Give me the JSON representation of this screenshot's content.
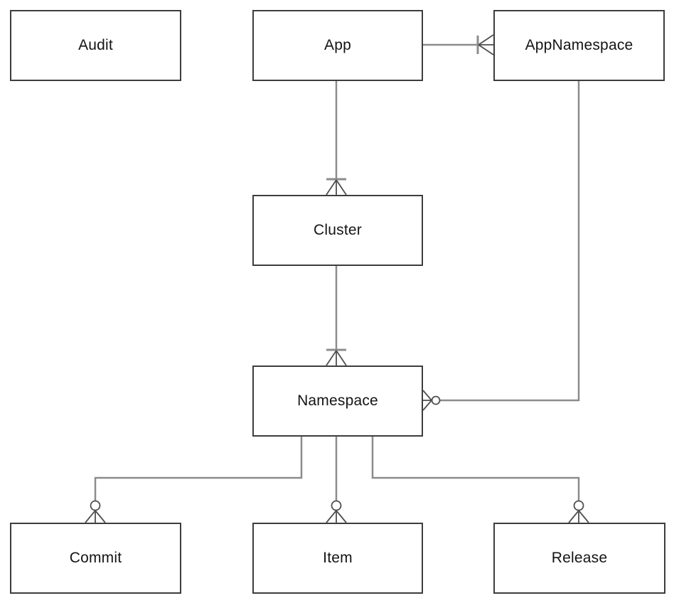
{
  "entities": [
    {
      "id": "audit",
      "label": "Audit"
    },
    {
      "id": "app",
      "label": "App"
    },
    {
      "id": "appnamespace",
      "label": "AppNamespace"
    },
    {
      "id": "cluster",
      "label": "Cluster"
    },
    {
      "id": "namespace",
      "label": "Namespace"
    },
    {
      "id": "commit",
      "label": "Commit"
    },
    {
      "id": "item",
      "label": "Item"
    },
    {
      "id": "release",
      "label": "Release"
    }
  ],
  "relationships": [
    {
      "from": "App",
      "to": "AppNamespace",
      "glyph_at_from": "plain",
      "glyph_at_to": "one-or-many"
    },
    {
      "from": "App",
      "to": "Cluster",
      "glyph_at_from": "plain",
      "glyph_at_to": "one-or-many"
    },
    {
      "from": "Cluster",
      "to": "Namespace",
      "glyph_at_from": "plain",
      "glyph_at_to": "one-or-many"
    },
    {
      "from": "AppNamespace",
      "to": "Namespace",
      "glyph_at_from": "plain",
      "glyph_at_to": "zero-or-many"
    },
    {
      "from": "Namespace",
      "to": "Commit",
      "glyph_at_from": "plain",
      "glyph_at_to": "zero-or-many"
    },
    {
      "from": "Namespace",
      "to": "Item",
      "glyph_at_from": "plain",
      "glyph_at_to": "zero-or-many"
    },
    {
      "from": "Namespace",
      "to": "Release",
      "glyph_at_from": "plain",
      "glyph_at_to": "zero-or-many"
    }
  ],
  "colors": {
    "background": "#ffffff",
    "line": "#8c8c8c",
    "glyph": "#4f4f4f",
    "box_border": "#3d3d3d",
    "box_fill": "#ffffff",
    "text": "#141414"
  }
}
